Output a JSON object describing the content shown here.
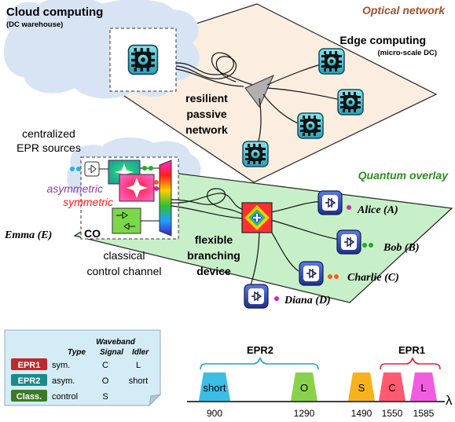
{
  "top_layer": {
    "label": "Optical network",
    "cloud_title": "Cloud computing",
    "cloud_subtitle": "(DC warehouse)",
    "edge_title": "Edge computing",
    "edge_subtitle": "(micro-scale DC)",
    "network_label": [
      "resilient",
      "passive",
      "network"
    ]
  },
  "bottom_layer": {
    "label": "Quantum overlay",
    "sources_label": [
      "centralized",
      "EPR sources"
    ],
    "asymmetric": "asymmetric",
    "symmetric": "symmetric",
    "emma": "Emma (E)",
    "co": "CO",
    "control_label": [
      "classical",
      "control channel"
    ],
    "branching_label": [
      "flexible",
      "branching",
      "device"
    ],
    "users": [
      {
        "name": "Alice (A)",
        "dots": [
          "#e020b0"
        ]
      },
      {
        "name": "Bob (B)",
        "dots": [
          "#22aa22",
          "#22aa22"
        ]
      },
      {
        "name": "Charlie (C)",
        "dots": [
          "#ff5a1a",
          "#ff5a1a"
        ]
      },
      {
        "name": "Diana (D)",
        "dots": [
          "#e020b0"
        ]
      }
    ],
    "source_dots": [
      "#22aa22",
      "#22aa22",
      "#ff5a1a",
      "#e020b0"
    ],
    "input_dots": [
      "#26b0e6",
      "#26b0e6"
    ]
  },
  "legend": {
    "header_waveband": "Waveband",
    "headers": [
      "Type",
      "Signal",
      "Idler"
    ],
    "rows": [
      {
        "tag": "EPR1",
        "color": "#c0282a",
        "type": "sym.",
        "signal": "C",
        "idler": "L"
      },
      {
        "tag": "EPR2",
        "color": "#1b8a8a",
        "type": "asym.",
        "signal": "O",
        "idler": "short"
      },
      {
        "tag": "Class.",
        "color": "#3c7a2a",
        "type": "control",
        "signal": "S",
        "idler": ""
      }
    ]
  },
  "spectrum": {
    "bands": [
      {
        "label": "short",
        "color": "#3bbde8",
        "at": 900
      },
      {
        "label": "O",
        "color": "#8bd24b",
        "at": 1290
      },
      {
        "label": "S",
        "color": "#f7b21e",
        "at": 1490
      },
      {
        "label": "C",
        "color": "#ff5a72",
        "at": 1550
      },
      {
        "label": "L",
        "color": "#f25ce0",
        "at": 1585
      }
    ],
    "ticks": [
      "900",
      "1290",
      "1490",
      "1550",
      "1585"
    ],
    "brace_epr2": "EPR2",
    "brace_epr1": "EPR1",
    "axis_label": "λ"
  }
}
